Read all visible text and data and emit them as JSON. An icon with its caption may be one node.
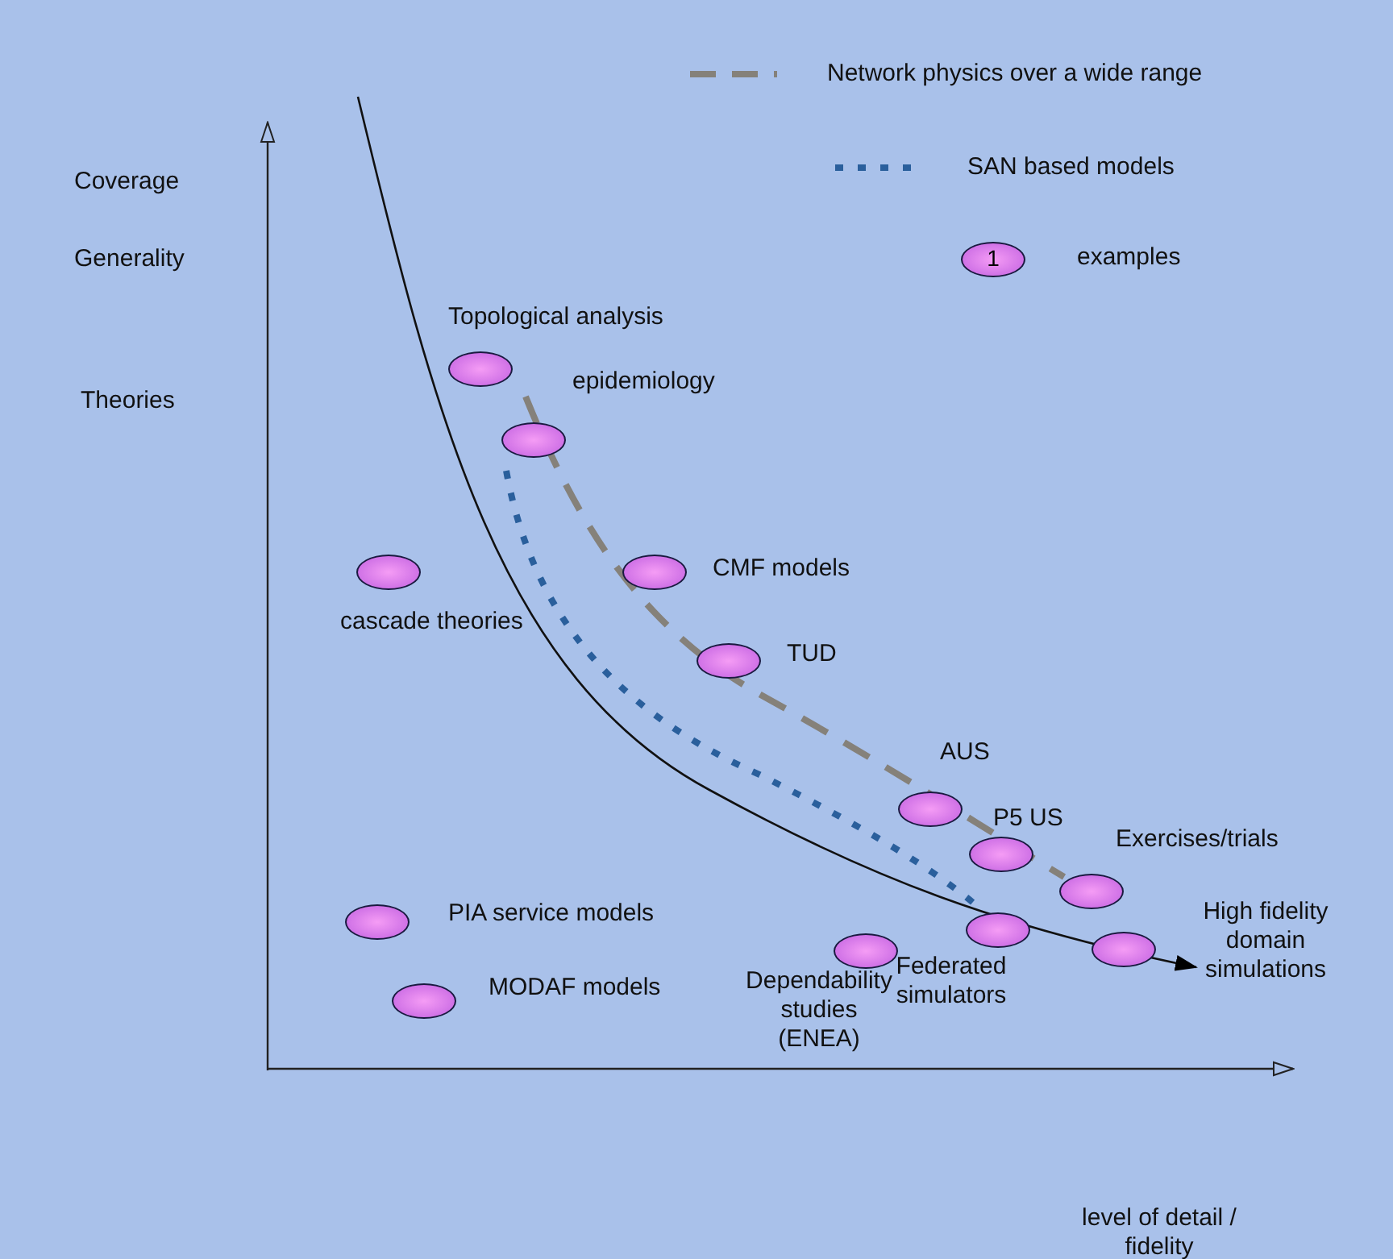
{
  "diagram": {
    "nodes": [
      {
        "text": [],
        "shape": "ellipse",
        "beside": [
          "Topological analysis"
        ]
      },
      {
        "text": [],
        "shape": "ellipse",
        "beside": [
          "epidemiology"
        ]
      },
      {
        "text": [],
        "shape": "ellipse",
        "beside": [
          "cascade theories"
        ]
      },
      {
        "text": [],
        "shape": "ellipse",
        "beside": [
          "CMF models"
        ]
      },
      {
        "text": [],
        "shape": "ellipse",
        "beside": [
          "TUD"
        ]
      },
      {
        "text": [],
        "shape": "ellipse",
        "beside": [
          "AUS"
        ]
      },
      {
        "text": [],
        "shape": "ellipse",
        "beside": [
          "P5 US"
        ]
      },
      {
        "text": [],
        "shape": "ellipse",
        "beside": [
          "Exercises/trials"
        ]
      },
      {
        "text": [],
        "shape": "ellipse",
        "beside": [
          "PIA service models"
        ]
      },
      {
        "text": [],
        "shape": "ellipse",
        "beside": [
          "Federated simulators"
        ]
      },
      {
        "text": [],
        "shape": "ellipse",
        "beside": [
          "High fidelity domain simulations"
        ]
      },
      {
        "text": [],
        "shape": "ellipse",
        "beside": [
          "Dependability studies (ENEA)"
        ]
      },
      {
        "text": [],
        "shape": "ellipse",
        "beside": [
          "MODAF models"
        ]
      }
    ],
    "labels": [
      "Coverage",
      "Generality",
      "Theories",
      "1",
      "level of detail / fidelity"
    ],
    "legend": [
      {
        "text": "Network physics over a wide range"
      },
      {
        "text": "SAN based models"
      },
      {
        "text": "examples"
      }
    ]
  }
}
